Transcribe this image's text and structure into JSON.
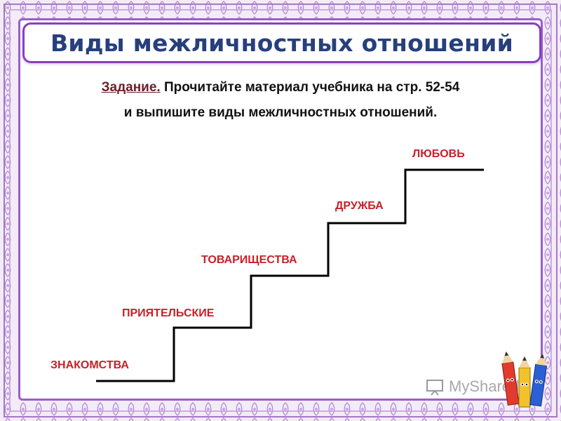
{
  "title": "Виды межличностных отношений",
  "task": {
    "label": "Задание.",
    "line1": " Прочитайте материал учебника на стр. 52-54",
    "line2": "и выпишите виды межличностных отношений."
  },
  "steps": [
    "ЗНАКОМСТВА",
    "ПРИЯТЕЛЬСКИЕ",
    "ТОВАРИЩЕСТВА",
    "ДРУЖБА",
    "ЛЮБОВЬ"
  ],
  "watermark": "MyShared",
  "colors": {
    "title": "#27407c",
    "step_labels": "#c8202a",
    "frame": "#8a3fc0",
    "task_label": "#6a1f2b"
  },
  "icons": [
    "pencils-icon",
    "presentation-icon"
  ]
}
